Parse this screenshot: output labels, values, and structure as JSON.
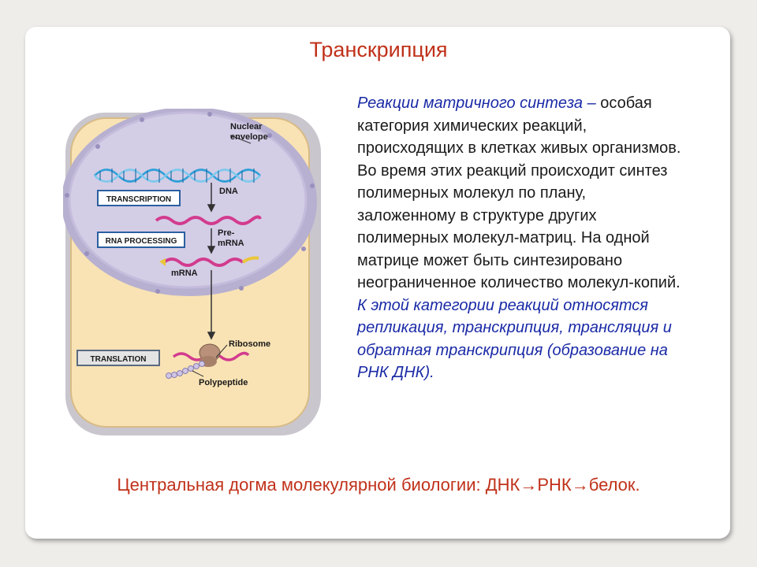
{
  "slide": {
    "title": "Транскрипция",
    "paragraph": {
      "lead_italic": "Реакции матричного синтеза –",
      "main_text": "особая категория химических реакций, происходящих в клетках живых организмов. Во время этих реакций происходит синтез полимерных молекул по плану, заложенному в структуре других полимерных молекул-матриц. На одной матрице может быть синтезировано неограниченное количество молекул-копий.",
      "tail_italic": "К этой категории реакций относятся репликация, транскрипция, трансляция и обратная транскрипция (образование на РНК ДНК)."
    },
    "dogma": {
      "prefix": "Центральная догма молекулярной биологии: ДНК",
      "arrow1": "→",
      "middle": "РНК",
      "arrow2": "→",
      "suffix": "белок."
    }
  },
  "figure": {
    "labels": {
      "nuclear_line1": "Nuclear",
      "nuclear_line2": "envelope",
      "dna": "DNA",
      "pre_line1": "Pre-",
      "pre_line2": "mRNA",
      "mrna": "mRNA",
      "ribosome": "Ribosome",
      "polypeptide": "Polypeptide"
    },
    "process_boxes": {
      "transcription": "TRANSCRIPTION",
      "rna_processing": "RNA PROCESSING",
      "translation": "TRANSLATION"
    },
    "colors": {
      "cell_fill": "#f9e3b4",
      "nucleus_fill": "#d4cde6",
      "dna_strand": "#2f9fd8",
      "rna_strand": "#d23b8e",
      "text_title": "#c0311a",
      "text_emphasis": "#1a2aa6"
    }
  }
}
